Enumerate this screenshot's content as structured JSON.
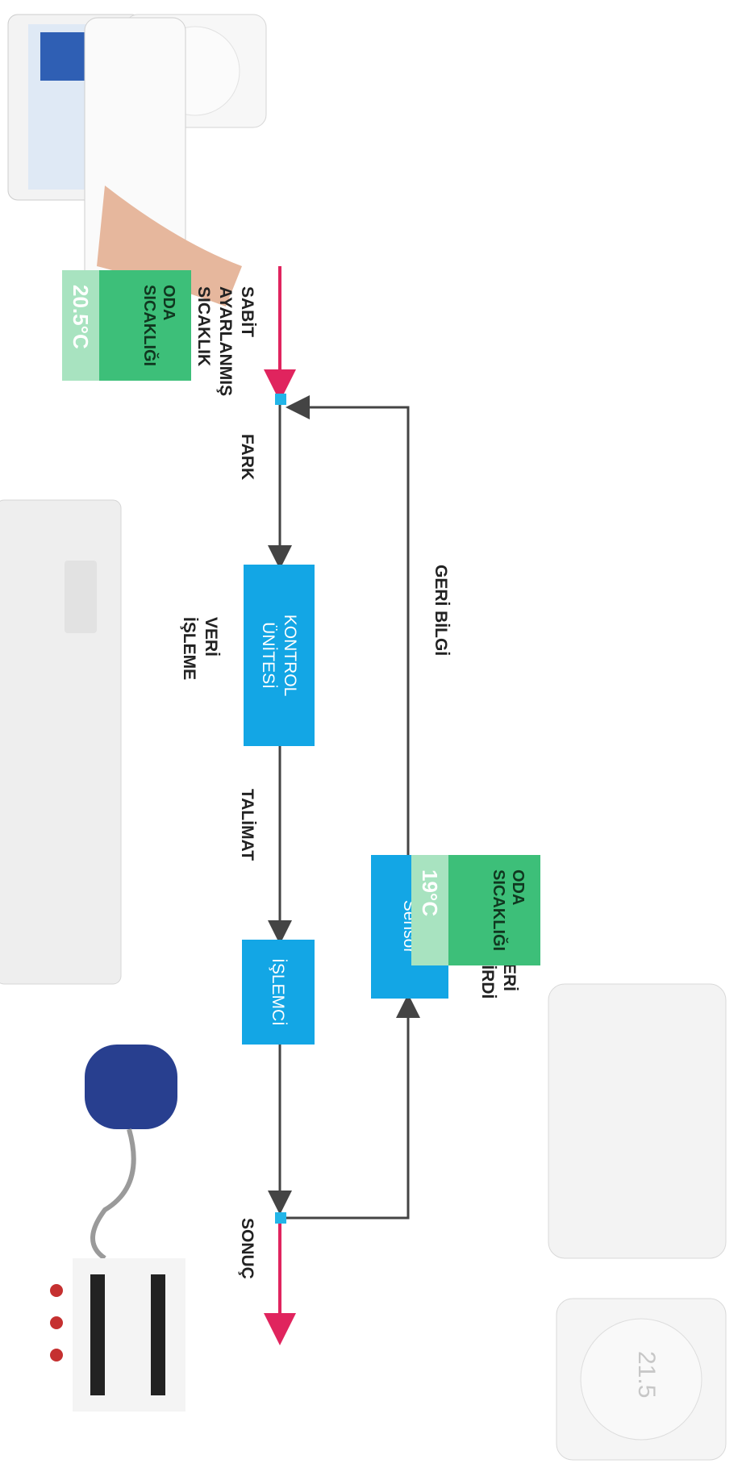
{
  "diagram": {
    "labels": {
      "set_temperature": "SABİT\nAYARLANMIŞ\nSICAKLIK",
      "difference": "FARK",
      "data_processing": "VERİ\nİŞLEME",
      "instruction": "TALİMAT",
      "result": "SONUÇ",
      "feedback": "GERİ BİLGİ",
      "data_input": "VERİ\nGİRDİ"
    },
    "boxes": {
      "control_unit": "KONTROL\nÜNİTESİ",
      "processor": "İŞLEMCİ",
      "sensor": "Sensor"
    },
    "temps": {
      "left": {
        "title": "ODA\nSICAKLIĞI",
        "value": "20.5°C"
      },
      "right": {
        "title": "ODA\nSICAKLIĞI",
        "value": "19°C"
      }
    },
    "device_display": "21.5"
  },
  "colors": {
    "box": "#13a6e5",
    "arrow_red": "#e0245e",
    "arrow_dark": "#444444",
    "junction": "#22b5e8",
    "temp_dark": "#3dbf79",
    "temp_light": "#a8e3c0"
  }
}
